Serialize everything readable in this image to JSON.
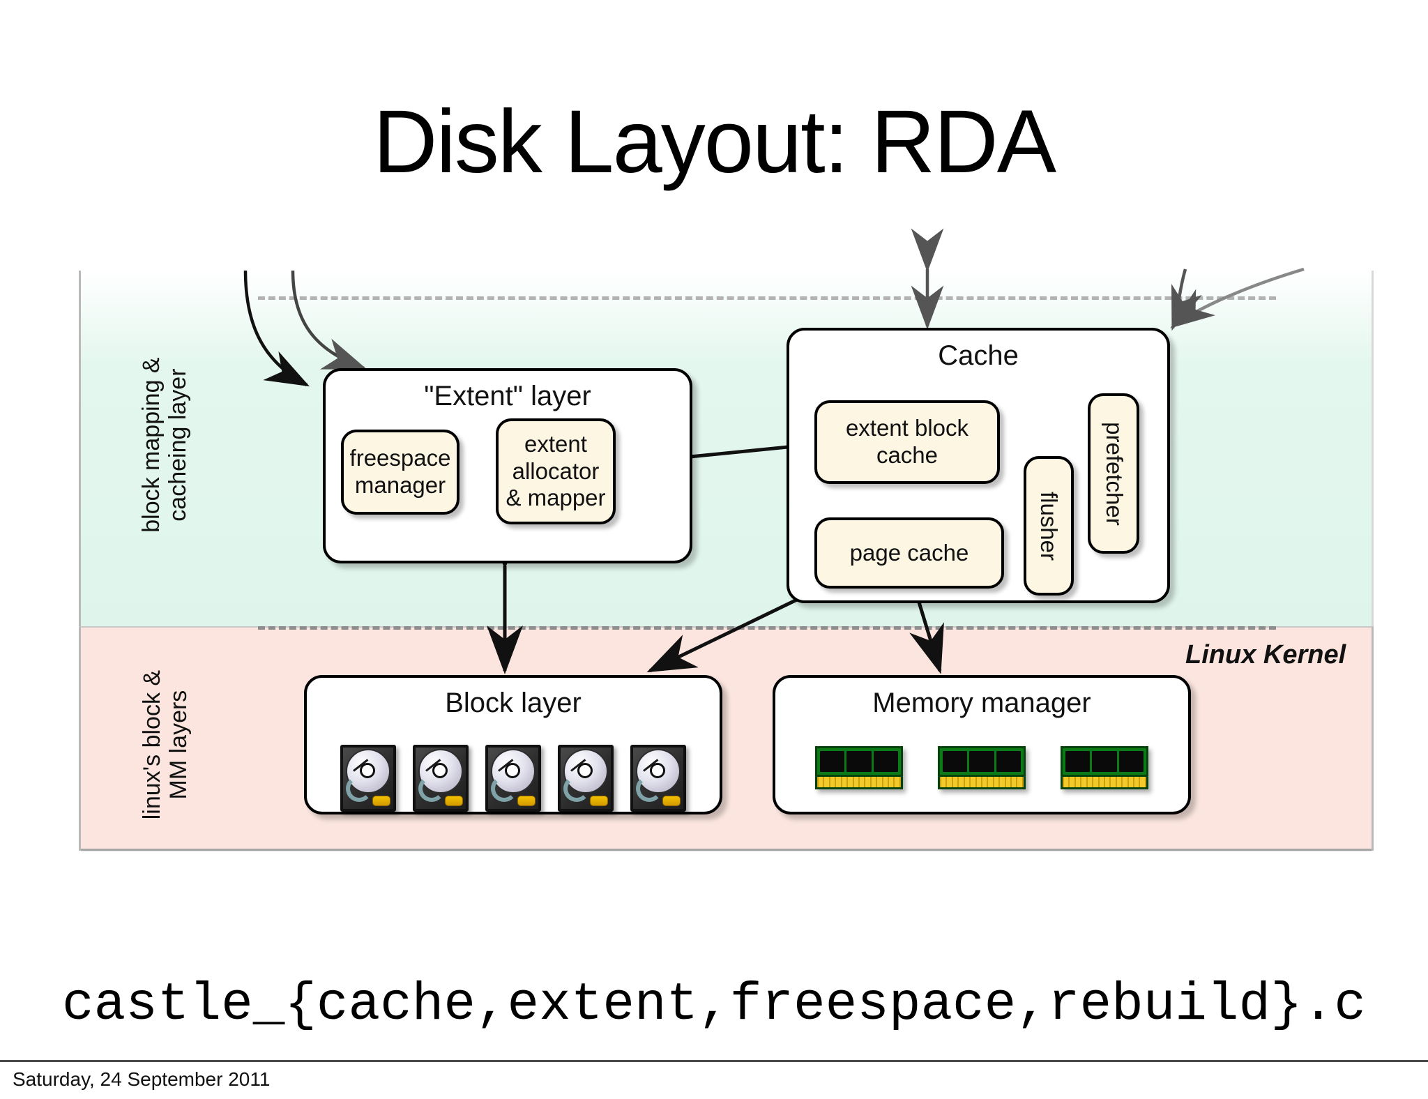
{
  "slide": {
    "title": "Disk Layout: RDA",
    "code_caption": "castle_{cache,extent,freespace,rebuild}.c",
    "footer_date": "Saturday, 24 September 2011",
    "kernel_label": "Linux Kernel"
  },
  "bands": {
    "upper": {
      "label": "block mapping &\ncacheing layer",
      "color": "#dff5ec"
    },
    "lower": {
      "label": "linux's block &\nMM layers",
      "color": "#fbe5de"
    }
  },
  "boxes": {
    "extent_layer": {
      "title": "\"Extent\" layer",
      "children": {
        "freespace_manager": "freespace\nmanager",
        "extent_allocator": "extent\nallocator\n& mapper"
      }
    },
    "cache": {
      "title": "Cache",
      "children": {
        "extent_block_cache": "extent block\ncache",
        "page_cache": "page cache",
        "flusher": "flusher",
        "prefetcher": "prefetcher"
      }
    },
    "block_layer": {
      "title": "Block layer",
      "disk_count": 5,
      "icon": "hard-disk-icon"
    },
    "memory_manager": {
      "title": "Memory manager",
      "dimm_count": 3,
      "icon": "memory-dimm-icon"
    }
  },
  "colors": {
    "box_fill": "#ffffff",
    "inner_fill": "#fdf6e3",
    "stroke": "#000000",
    "dash": "#b2b2b2",
    "disk_led": "#f2c000",
    "dimm_pcb": "#0c7a16",
    "dimm_pins": "#f4c92a"
  }
}
